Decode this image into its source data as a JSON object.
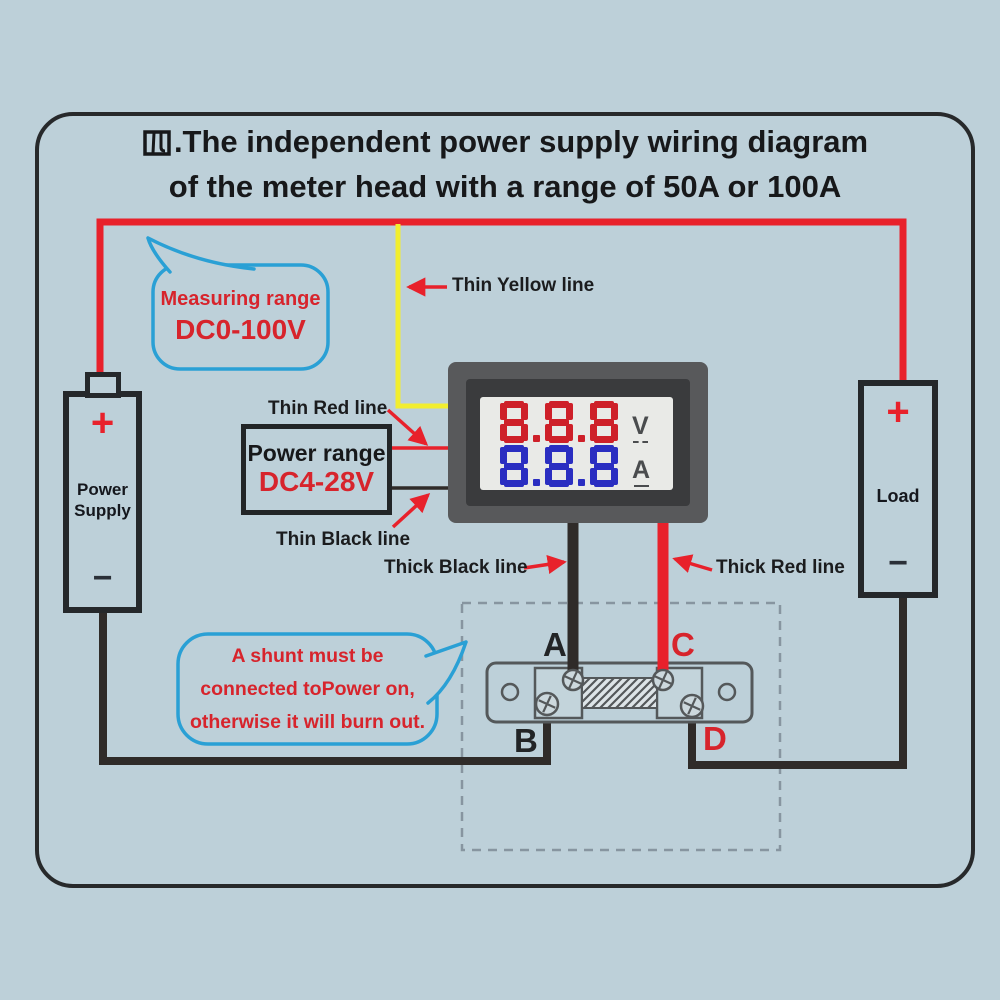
{
  "title": {
    "prefix": "四",
    "line1": ".The independent power supply wiring diagram",
    "line2": "of the meter head with a range of 50A or 100A"
  },
  "callouts": {
    "measuring_range": {
      "line1": "Measuring range",
      "value": "DC0-100V"
    },
    "shunt_warning": {
      "line1": "A shunt must be",
      "line2": "connected toPower on,",
      "line3": "otherwise it will burn out."
    }
  },
  "wire_labels": {
    "thin_yellow": "Thin Yellow line",
    "thin_red": "Thin Red line",
    "thin_black": "Thin Black line",
    "thick_black": "Thick Black line",
    "thick_red": "Thick Red line"
  },
  "power_range_box": {
    "title": "Power range",
    "value": "DC4-28V"
  },
  "power_supply": {
    "plus": "+",
    "label_line1": "Power",
    "label_line2": "Supply",
    "minus": "−"
  },
  "load": {
    "plus": "+",
    "label": "Load",
    "minus": "−"
  },
  "meter": {
    "volt_value": "8.8.8",
    "volt_unit": "V",
    "amp_value": "8.8.8",
    "amp_unit": "A"
  },
  "shunt_terminals": {
    "a": "A",
    "b": "B",
    "c": "C",
    "d": "D"
  },
  "colors": {
    "background": "#bdd0d9",
    "frame": "#27292b",
    "wire-red": "#e8212b",
    "wire-yellow": "#f2ee2f",
    "wire-black": "#2f2b29",
    "accent-blue": "#2aa0d5",
    "text-red": "#d7242c",
    "digit-red": "#ce2029",
    "digit-blue": "#2a2ec1",
    "metal-gray": "#54585a",
    "ink": "#1b1c1e"
  }
}
